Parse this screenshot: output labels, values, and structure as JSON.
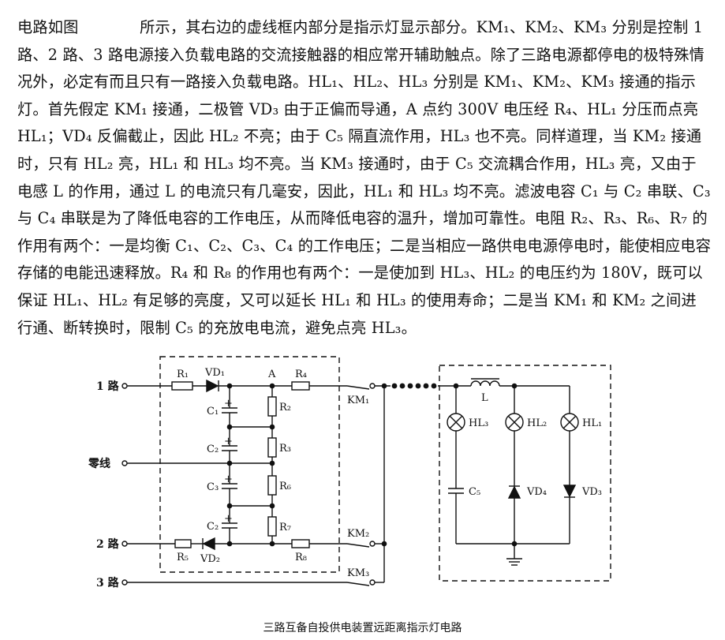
{
  "description": "电路如图　　　　所示，其右边的虚线框内部分是指示灯显示部分。KM₁、KM₂、KM₃ 分别是控制 1 路、2 路、3 路电源接入负载电路的交流接触器的相应常开辅助触点。除了三路电源都停电的极特殊情况外，必定有而且只有一路接入负载电路。HL₁、HL₂、HL₃ 分别是 KM₁、KM₂、KM₃ 接通的指示灯。首先假定 KM₁ 接通，二极管 VD₃ 由于正偏而导通，A 点约 300V 电压经 R₄、HL₁ 分压而点亮 HL₁；VD₄ 反偏截止，因此 HL₂ 不亮；由于 C₅ 隔直流作用，HL₃ 也不亮。同样道理，当 KM₂ 接通时，只有 HL₂ 亮，HL₁ 和 HL₃ 均不亮。当 KM₃ 接通时，由于 C₅ 交流耦合作用，HL₃ 亮，又由于电感 L 的作用，通过 L 的电流只有几毫安，因此，HL₁ 和 HL₃ 均不亮。滤波电容 C₁ 与 C₂ 串联、C₃ 与 C₄ 串联是为了降低电容的工作电压，从而降低电容的温升，增加可靠性。电阻 R₂、R₃、R₆、R₇ 的作用有两个：一是均衡 C₁、C₂、C₃、C₄ 的工作电压；二是当相应一路供电电源停电时，能使相应电容存储的电能迅速释放。R₄ 和 R₈ 的作用也有两个：一是使加到 HL₃、HL₂ 的电压约为 180V，既可以保证 HL₁、HL₂ 有足够的亮度，又可以延长 HL₁ 和 HL₃ 的使用寿命；二是当 KM₁ 和 KM₂ 之间进行通、断转换时，限制 C₅ 的充放电电流，避免点亮 HL₃。",
  "diagram": {
    "caption": "三路互备自投供电装置远距离指示灯电路",
    "inputs": {
      "line1": "1 路",
      "neutral": "零线",
      "line2": "2 路",
      "line3": "3 路"
    },
    "components": {
      "R1": "R₁",
      "R2": "R₂",
      "R3": "R₃",
      "R4": "R₄",
      "R5": "R₅",
      "R6": "R₆",
      "R7": "R₇",
      "R8": "R₈",
      "VD1": "VD₁",
      "VD2": "VD₂",
      "VD3": "VD₃",
      "VD4": "VD₄",
      "C1": "C₁",
      "C2a": "C₂",
      "C3": "C₃",
      "C2b": "C₂",
      "C5": "C₅",
      "L": "L",
      "HL1": "HL₁",
      "HL2": "HL₂",
      "HL3": "HL₃",
      "KM1": "KM₁",
      "KM2": "KM₂",
      "KM3": "KM₃",
      "nodeA": "A"
    },
    "polarity": "+"
  }
}
